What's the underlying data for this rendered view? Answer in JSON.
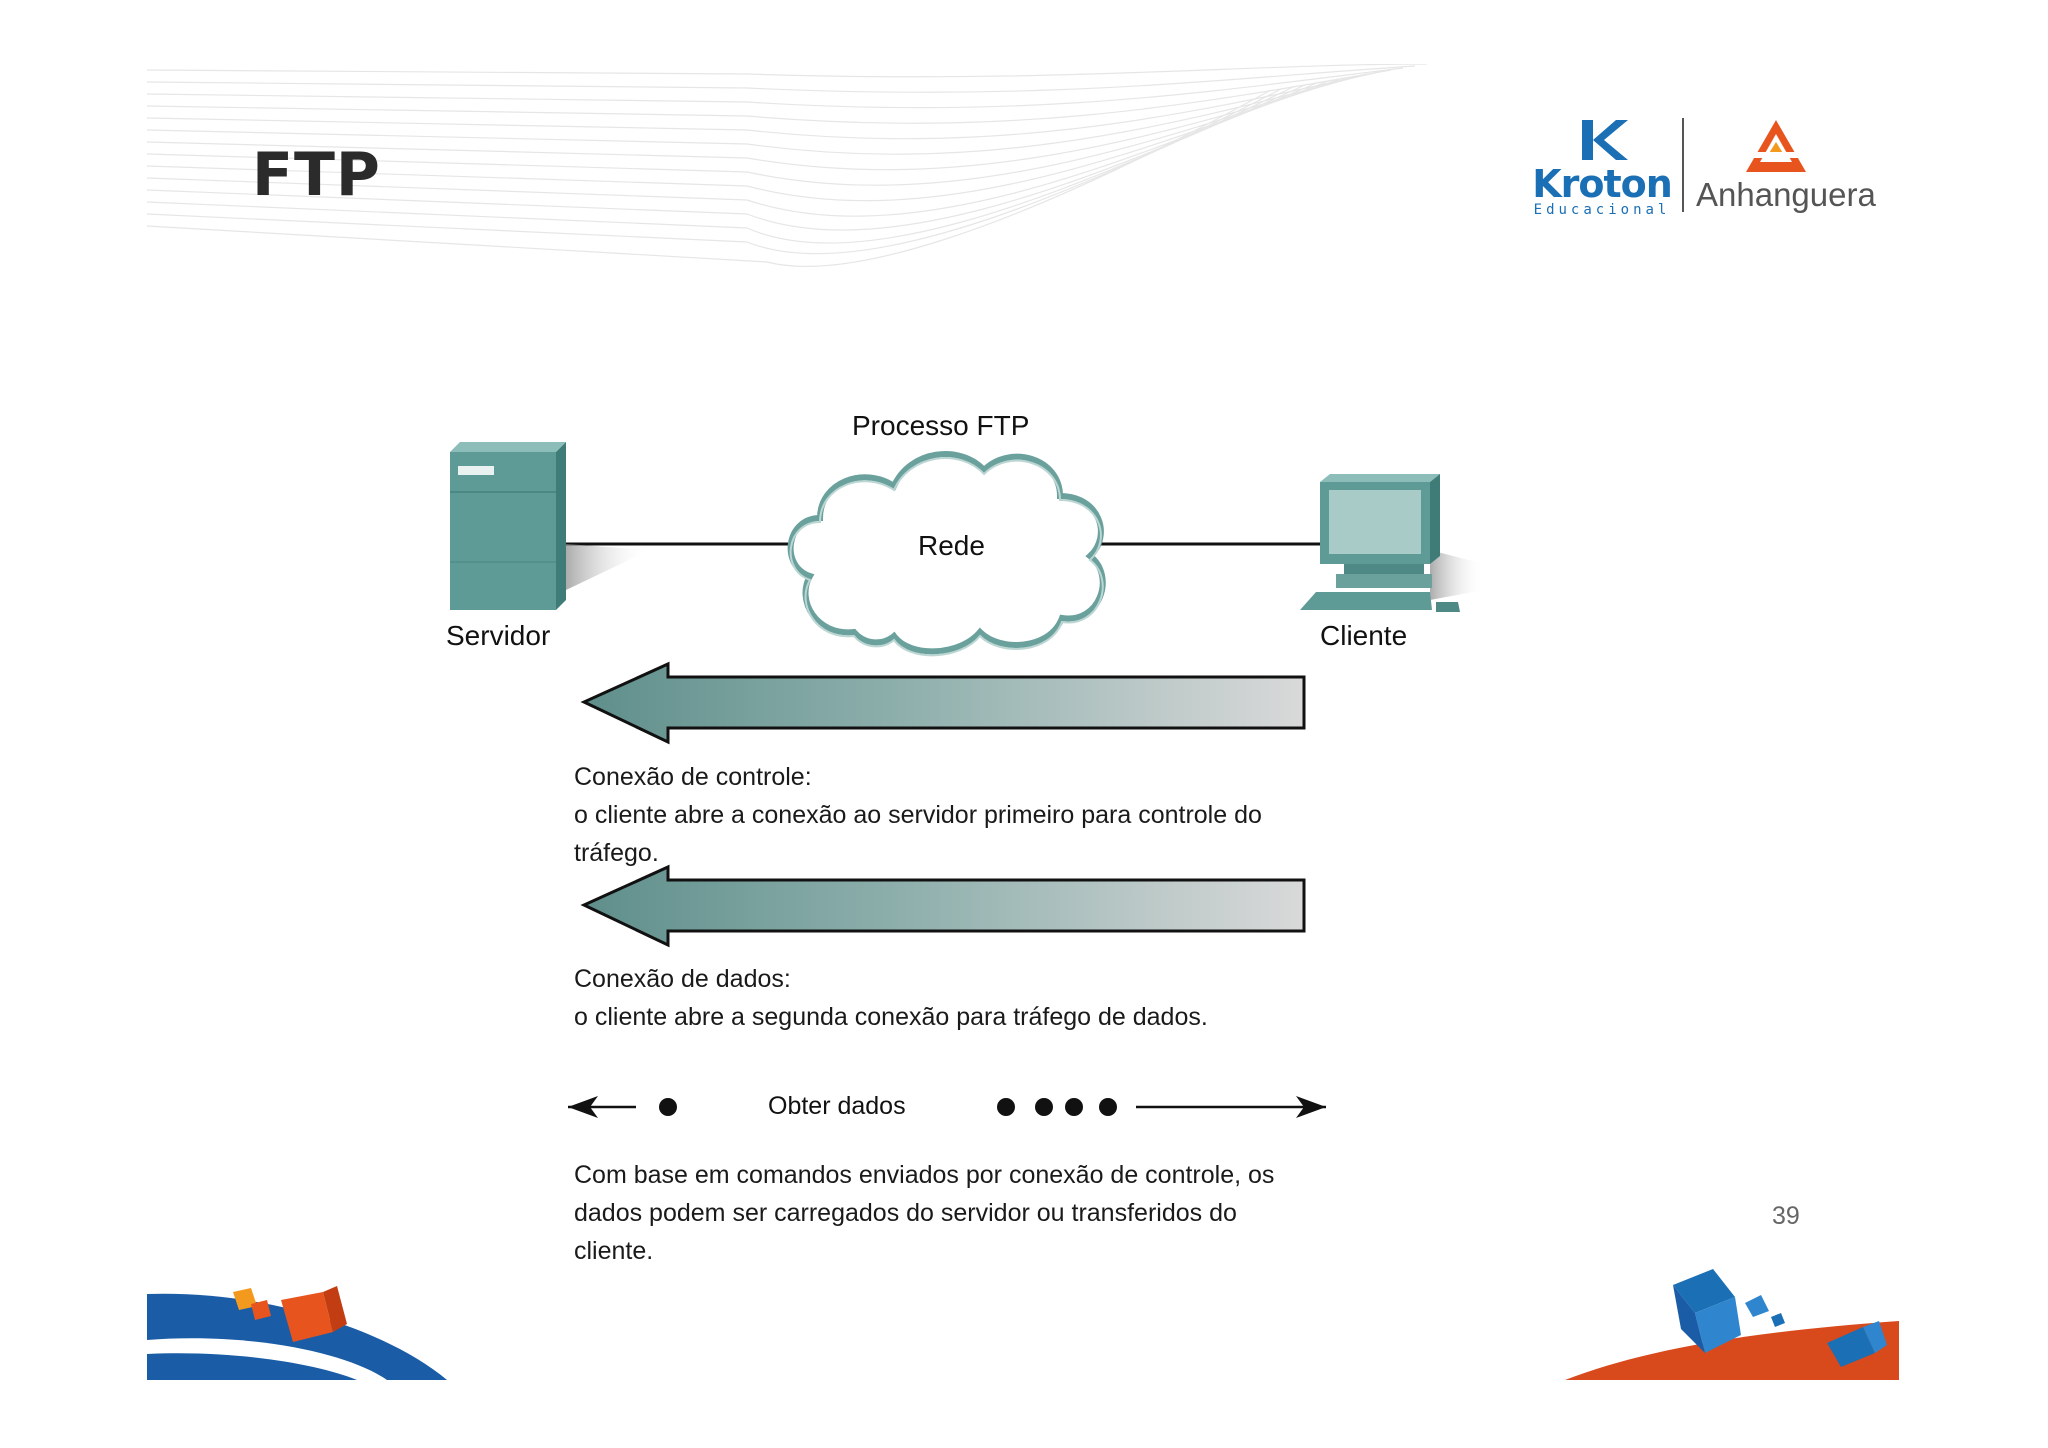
{
  "slide": {
    "title": "FTP",
    "page_number": "39"
  },
  "logos": {
    "kroton": {
      "name": "Kroton",
      "subtitle": "Educacional",
      "color": "#1a6fb5"
    },
    "anhanguera": {
      "name": "Anhanguera",
      "color": "#e8541e"
    }
  },
  "diagram": {
    "server_label": "Servidor",
    "client_label": "Cliente",
    "network_label": "Rede",
    "process_label": "Processo FTP",
    "control_connection": {
      "heading": "Conexão de controle:",
      "lines": [
        "o cliente abre a conexão ao servidor primeiro para controle do",
        "tráfego."
      ]
    },
    "data_connection": {
      "heading": "Conexão de dados:",
      "lines": [
        "o cliente abre a segunda conexão para tráfego de dados."
      ]
    },
    "get_data_label": "Obter dados",
    "get_data_description": {
      "lines": [
        "Com base em comandos enviados por conexão de controle, os",
        "dados podem ser carregados do servidor ou transferidos do",
        "cliente."
      ]
    },
    "colors": {
      "device_teal": "#5e9a96",
      "arrow_dark": "#5f8f8b",
      "arrow_light": "#d9d9d9"
    }
  }
}
